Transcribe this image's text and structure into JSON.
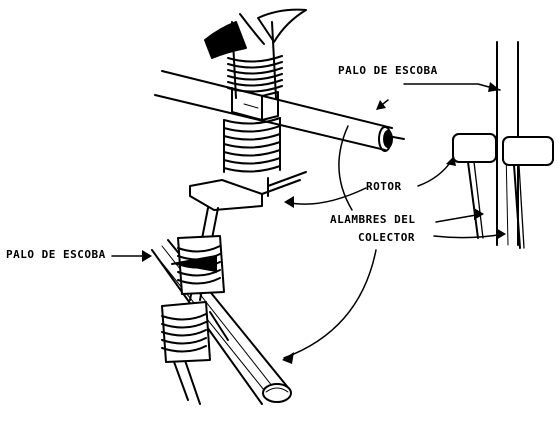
{
  "labels": {
    "palo_top": "PALO DE ESCOBA",
    "rotor": "ROTOR",
    "alambres_line1": "ALAMBRES DEL",
    "alambres_line2": "COLECTOR",
    "palo_left": "PALO DE ESCOBA"
  },
  "colors": {
    "ink": "#000000",
    "paper": "#ffffff"
  }
}
